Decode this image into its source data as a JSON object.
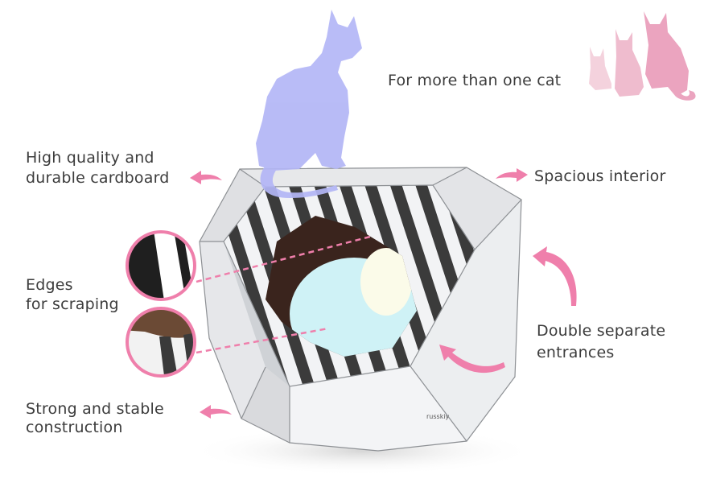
{
  "labels": {
    "multi_cat": "For more than one cat",
    "quality_line1": "High quality and",
    "quality_line2": "durable cardboard",
    "spacious": "Spacious interior",
    "edges_line1": "Edges",
    "edges_line2": "for scraping",
    "double_line1": "Double separate",
    "double_line2": "entrances",
    "strong_line1": "Strong and stable",
    "strong_line2": "construction"
  },
  "brand_mark": "russkiy",
  "colors": {
    "accent_pink": "#ef7fab",
    "cat_lavender": "#b3b6f6",
    "cat_pink_light": "#f3ccd9",
    "cat_pink_mid": "#eeb4c9",
    "cat_pink_dark": "#eba4bf",
    "text": "#3c3c3c",
    "inner_light": "#cff2f6"
  }
}
